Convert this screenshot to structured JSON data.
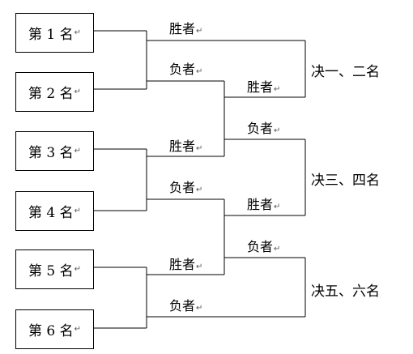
{
  "players": [
    "第 1 名",
    "第 2 名",
    "第 3 名",
    "第 4 名",
    "第 5 名",
    "第 6 名"
  ],
  "paragraph_mark": "↵",
  "labels": {
    "winner": "胜者",
    "loser": "负者"
  },
  "results": [
    "决一、二名",
    "决三、四名",
    "决五、六名"
  ]
}
